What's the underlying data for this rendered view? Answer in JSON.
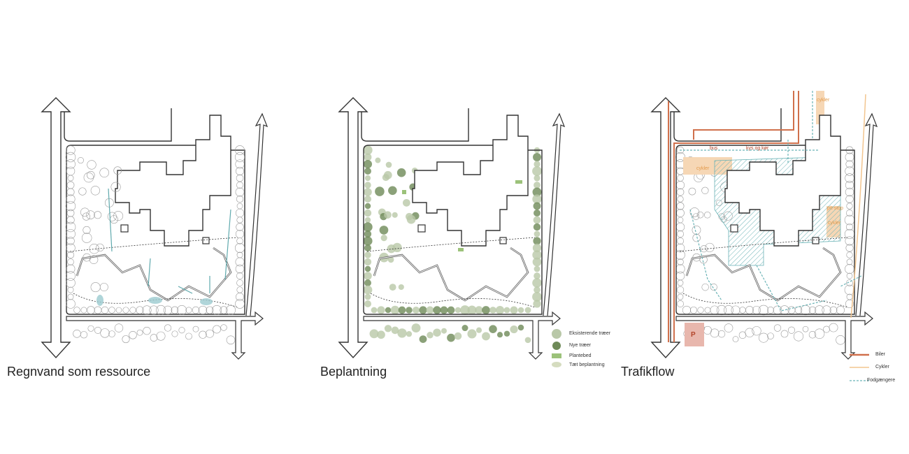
{
  "panels": [
    {
      "title": "Regnvand som ressource"
    },
    {
      "title": "Beplantning",
      "legend": [
        "Eksisterende træer",
        "Nye træer",
        "Plantebed",
        "Tæt beplantning"
      ]
    },
    {
      "title": "Trafikflow",
      "legend": [
        "Biler",
        "Cykler",
        "Fodgængere"
      ],
      "labels": {
        "bus": "bus",
        "kiss_ride": "kys og kør",
        "bikes_top": "cykler",
        "bikes_left": "cykler",
        "bikes_right": "cykler",
        "stop": "pit-stop",
        "parking": "P"
      }
    }
  ],
  "colors": {
    "water": "#5fa9ad",
    "green_light": "#b9c8a8",
    "green_dark": "#6e8a58",
    "bed": "#9cc27a",
    "car": "#d0704c",
    "bike": "#f2c58f",
    "walk": "#6bb3b6",
    "parking": "#e8b7ad"
  }
}
